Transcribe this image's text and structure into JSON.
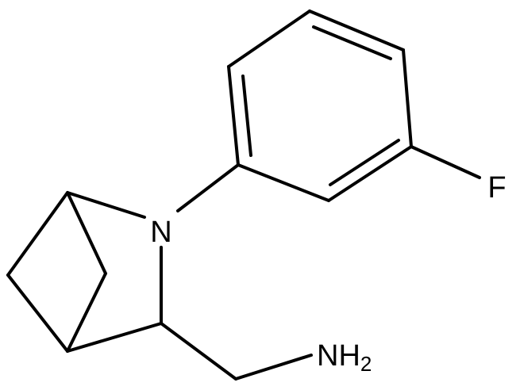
{
  "molecule": {
    "atoms": {
      "nitrogen": "N",
      "fluorine": "F",
      "amine": {
        "main": "NH",
        "subscript": "2"
      }
    },
    "colors": {
      "bond": "#000000",
      "label": "#000000",
      "background": "#ffffff"
    }
  }
}
